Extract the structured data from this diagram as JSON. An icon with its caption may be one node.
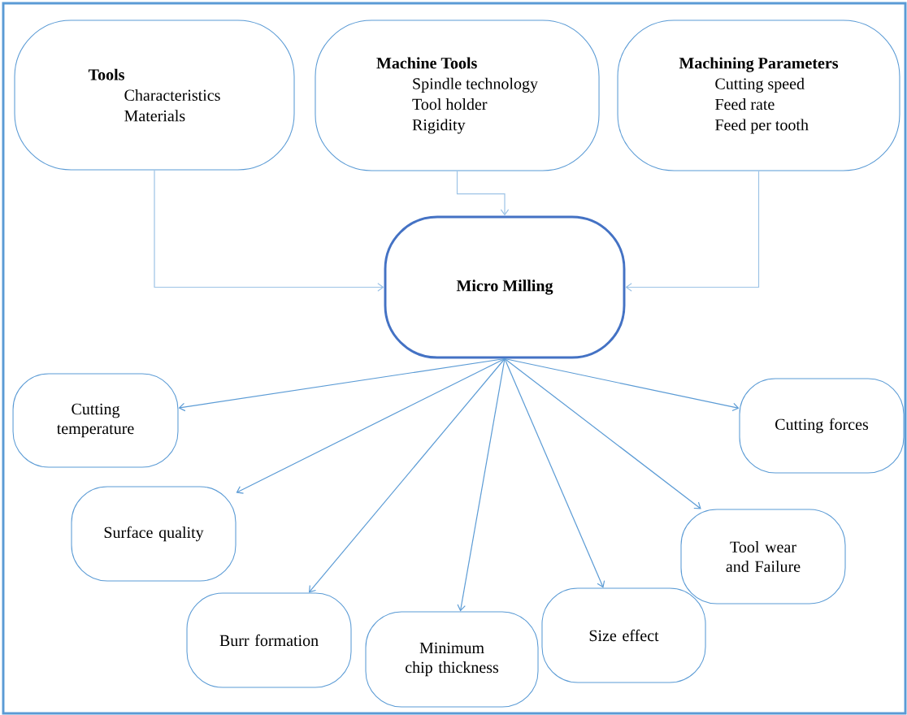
{
  "diagram": {
    "nodes": [
      {
        "text": [
          "Tools",
          "Characteristics",
          "Materials"
        ]
      },
      {
        "text": [
          "Machine Tools",
          "Spindle technology",
          "Tool holder",
          "Rigidity"
        ]
      },
      {
        "text": [
          "Machining Parameters",
          "Cutting speed",
          "Feed rate",
          "Feed per tooth"
        ]
      },
      {
        "text": [
          "Micro Milling"
        ]
      },
      {
        "text": [
          "Cutting temperature"
        ]
      },
      {
        "text": [
          "Cutting forces"
        ]
      },
      {
        "text": [
          "Surface quality"
        ]
      },
      {
        "text": [
          "Tool wear and Failure"
        ]
      },
      {
        "text": [
          "Burr formation"
        ]
      },
      {
        "text": [
          "Minimum chip thickness"
        ]
      },
      {
        "text": [
          "Size effect"
        ]
      }
    ],
    "edges": [
      {
        "from": 0,
        "to": 3,
        "arrow": "to",
        "color": "#9dc3e6"
      },
      {
        "from": 1,
        "to": 3,
        "arrow": "to",
        "color": "#9dc3e6"
      },
      {
        "from": 2,
        "to": 3,
        "arrow": "to",
        "color": "#9dc3e6"
      },
      {
        "from": 3,
        "to": 4,
        "arrow": "to"
      },
      {
        "from": 3,
        "to": 5,
        "arrow": "to"
      },
      {
        "from": 3,
        "to": 6,
        "arrow": "to"
      },
      {
        "from": 3,
        "to": 7,
        "arrow": "to"
      },
      {
        "from": 3,
        "to": 8,
        "arrow": "to"
      },
      {
        "from": 3,
        "to": 9,
        "arrow": "to"
      },
      {
        "from": 3,
        "to": 10,
        "arrow": "to"
      }
    ]
  }
}
